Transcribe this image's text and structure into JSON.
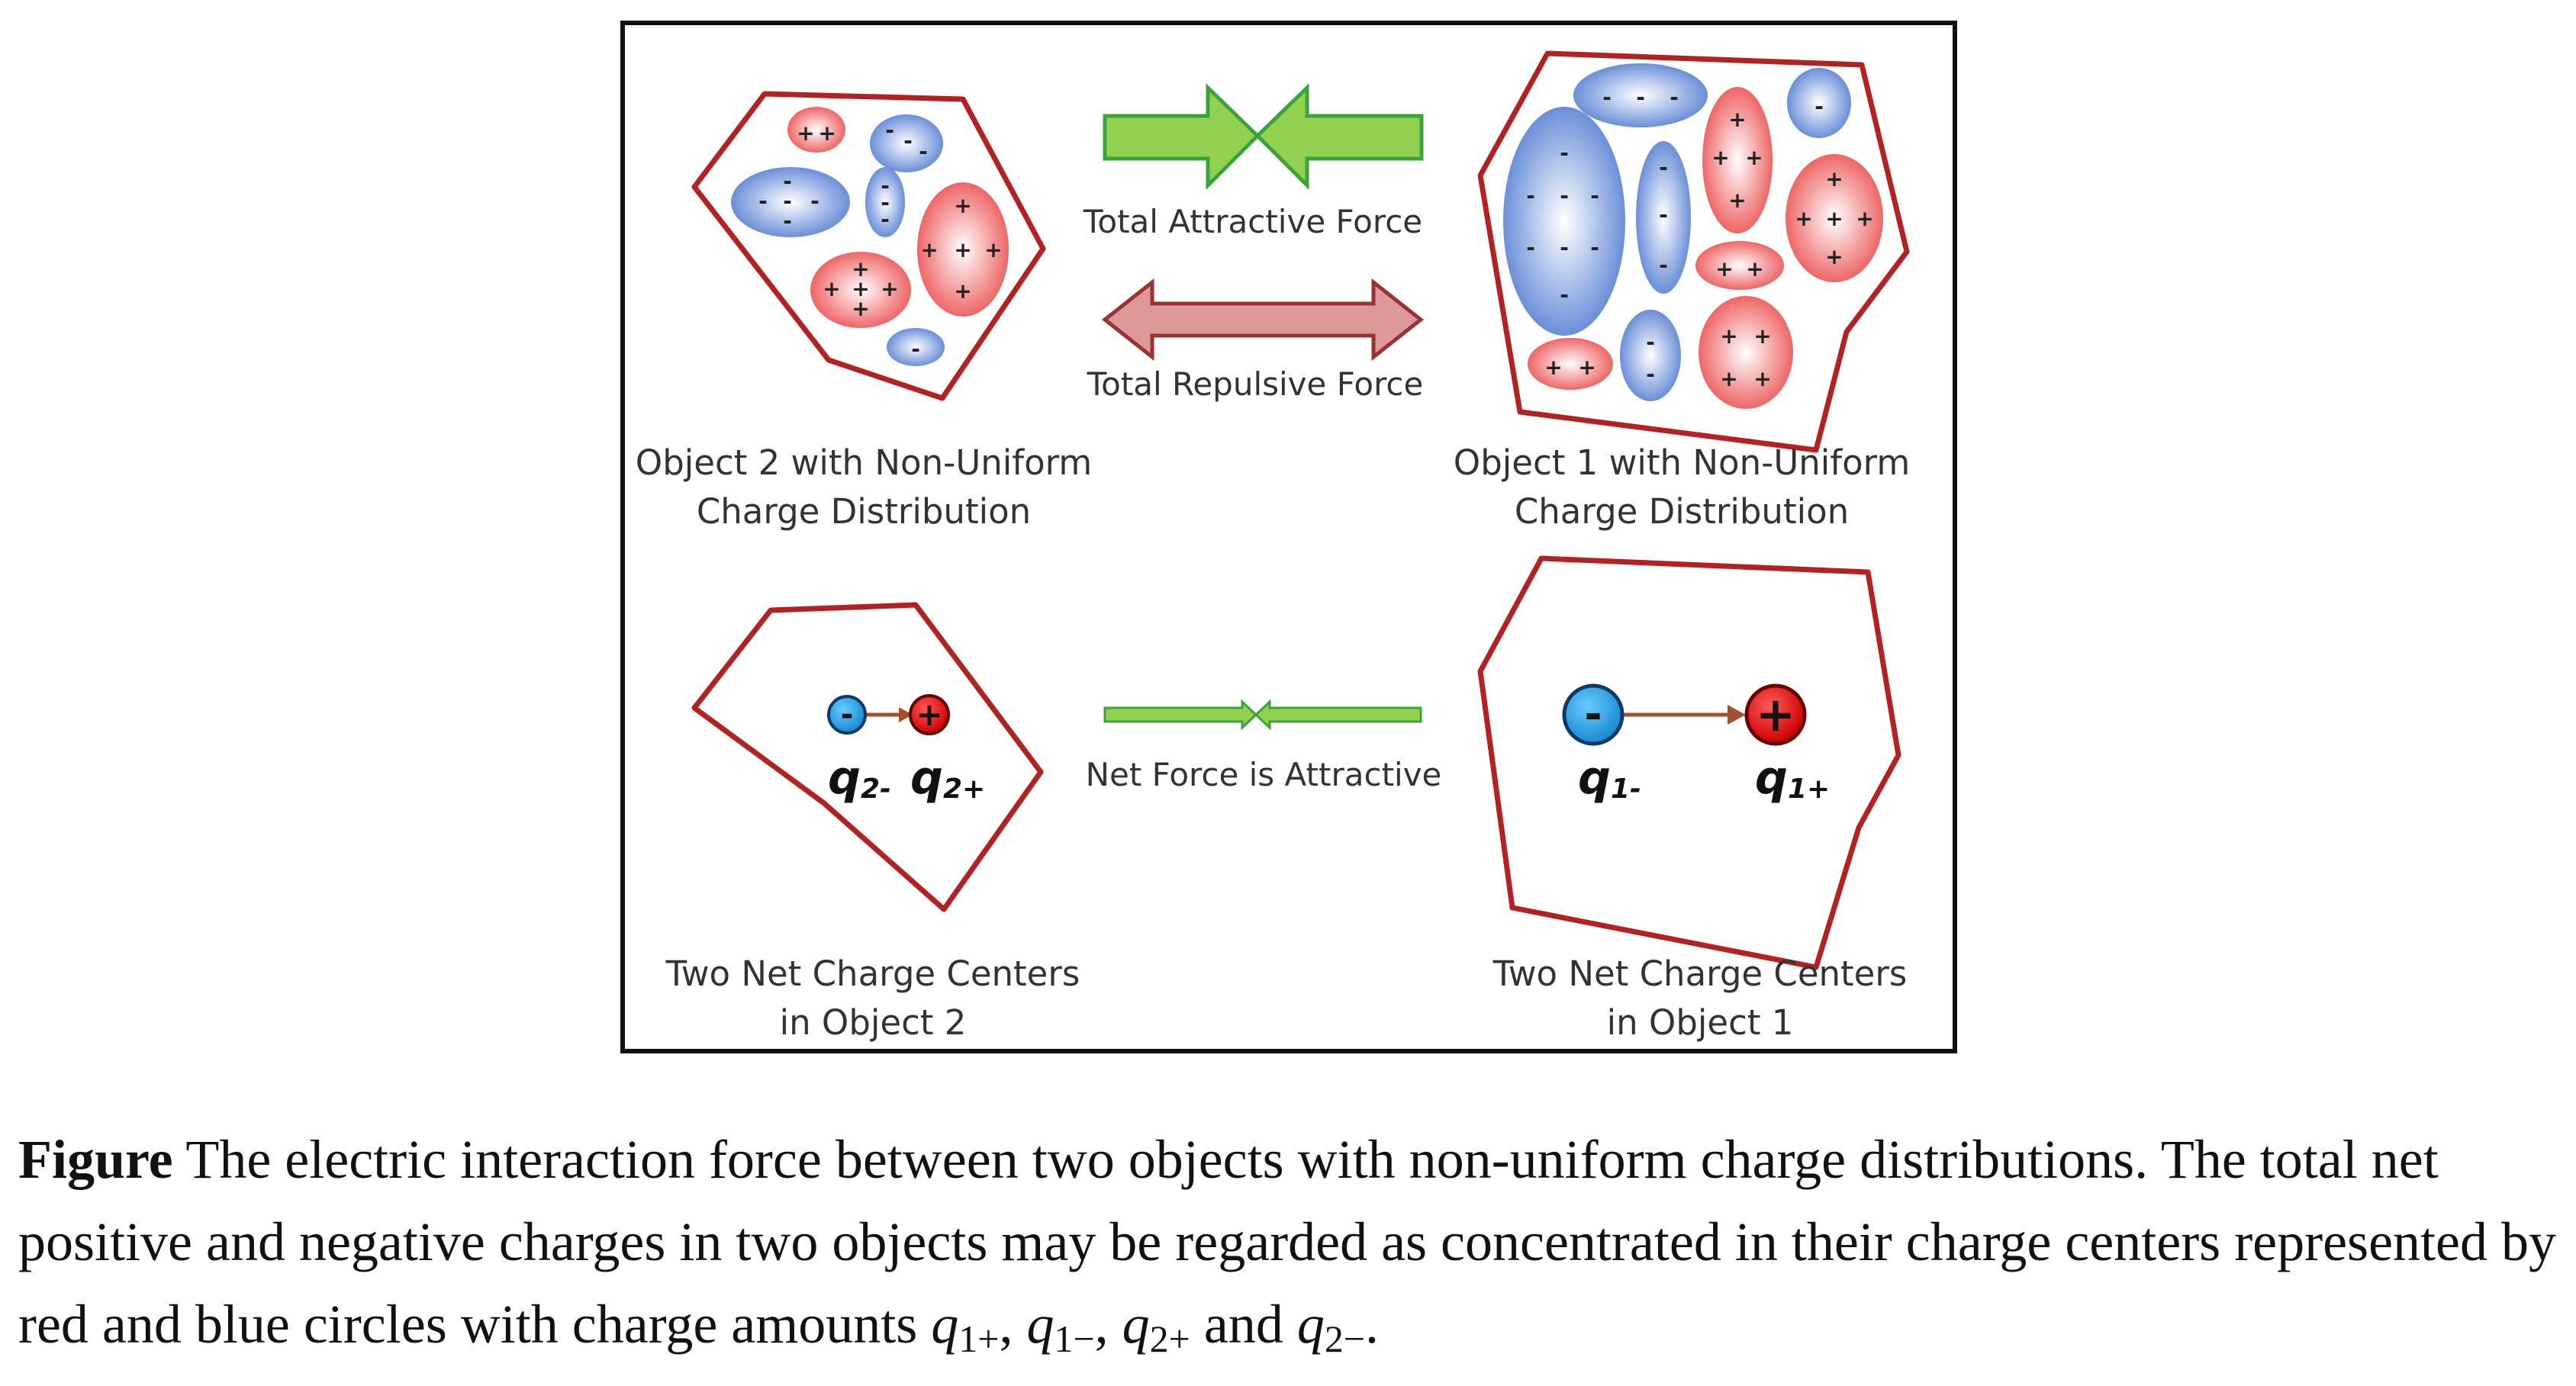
{
  "figure": {
    "labels": {
      "total_attractive": "Total Attractive Force",
      "total_repulsive": "Total Repulsive Force",
      "net_attractive": "Net Force is Attractive",
      "object2_line1": "Object 2 with Non-Uniform",
      "object2_line2": "Charge Distribution",
      "object1_line1": "Object 1 with Non-Uniform",
      "object1_line2": "Charge Distribution",
      "centers2_line1": "Two Net Charge Centers",
      "centers2_line2": "in Object 2",
      "centers1_line1": "Two Net Charge Centers",
      "centers1_line2": "in Object 1"
    },
    "charges": {
      "q2_minus": {
        "symbol": "q",
        "sub": "2-"
      },
      "q2_plus": {
        "symbol": "q",
        "sub": "2+"
      },
      "q1_minus": {
        "symbol": "q",
        "sub": "1-"
      },
      "q1_plus": {
        "symbol": "q",
        "sub": "1+"
      }
    },
    "signs": {
      "plus": "+",
      "minus": "-"
    },
    "colors": {
      "frame": "#111111",
      "object_outline": "#b22222",
      "positive_region": "#ee7777",
      "negative_region": "#7799dd",
      "attractive_arrow": "#92d050",
      "repulsive_arrow": "#dd9999",
      "positive_center": "#e02020",
      "negative_center": "#3399dd",
      "connector": "#a0522d"
    }
  },
  "caption": {
    "lead": "Figure",
    "text": " The electric interaction force between two objects with non-uniform charge distributions. The total net positive and negative charges in two objects may be regarded as concentrated in their charge centers represented by red and blue circles with charge amounts ",
    "q1p": {
      "sym": "q",
      "sub": "1+"
    },
    "q1m": {
      "sym": "q",
      "sub": "1−"
    },
    "q2p": {
      "sym": "q",
      "sub": "2+"
    },
    "q2m": {
      "sym": "q",
      "sub": "2−"
    },
    "sep": ", ",
    "and": " and ",
    "end": "."
  }
}
